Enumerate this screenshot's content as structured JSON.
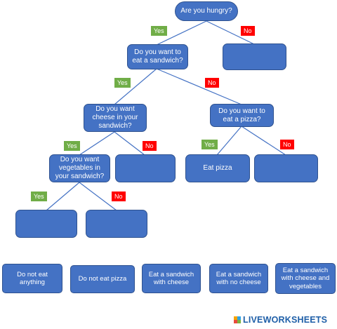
{
  "tree": {
    "root": "Are you hungry?",
    "q_sandwich": "Do you want to\neat a sandwich?",
    "q_cheese": "Do you want\ncheese in your\nsandwich?",
    "q_pizza": "Do you want to\neat a pizza?",
    "q_vegetables": "Do you want\nvegetables in\nyour sandwich?",
    "eat_pizza": "Eat pizza",
    "yes": "Yes",
    "no": "No"
  },
  "answers": [
    "Do not eat\nanything",
    "Do not eat pizza",
    "Eat a sandwich\nwith cheese",
    "Eat a sandwich\nwith no cheese",
    "Eat a sandwich\nwith cheese and\nvegetables"
  ],
  "brand": {
    "text": "LIVEWORKSHEETS"
  },
  "colors": {
    "node": "#4472c4",
    "yes": "#70ad47",
    "no": "#ff0000",
    "line": "#4472c4"
  }
}
